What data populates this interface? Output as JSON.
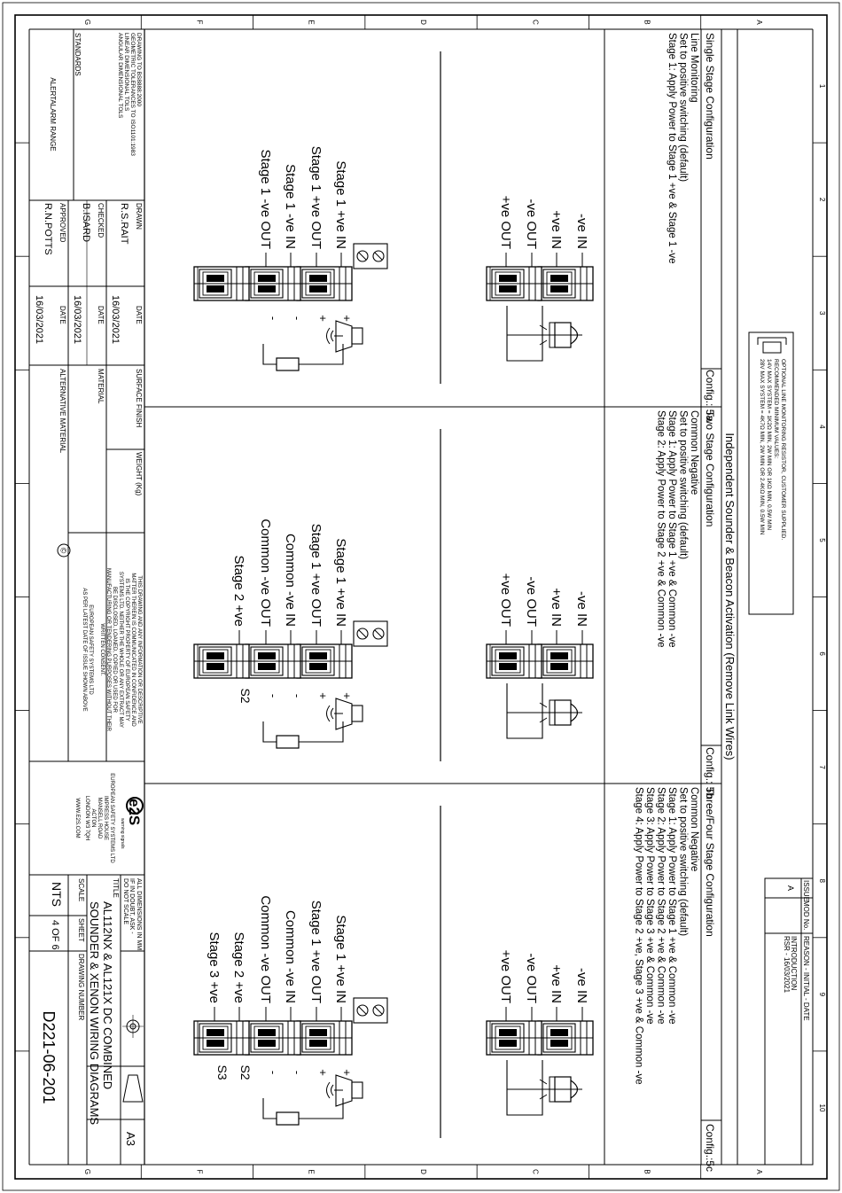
{
  "border": {
    "cols": [
      "1",
      "2",
      "3",
      "4",
      "5",
      "6",
      "7",
      "8",
      "9",
      "10"
    ],
    "rows": [
      "A",
      "B",
      "C",
      "D",
      "E",
      "F",
      "G"
    ]
  },
  "header": {
    "title": "Independent Sounder & Beacon Activation (Remove Link Wires)",
    "resistor_note": [
      "OPTIONAL LINE MONITORING RESISTOR, CUSTOMER SUPPLIED.",
      "RECOMMENDED MINIMUM VALUES:",
      "14V MAX SYSTEM = 1K2Ω MIN, 2W MIN OR 1KΩ MIN, 0.5W MIN",
      "28V MAX SYSTEM = 4K7Ω MIN, 2W MIN OR 2.4KΩ MIN, 0.5W MIN"
    ]
  },
  "revision": {
    "headers": [
      "ISSUE",
      "MOD No.",
      "REASON - INITIAL - DATE"
    ],
    "issue": "A",
    "reason": "INTRODUCTION",
    "initial_date": "RSR - 16/03/2021"
  },
  "configs": [
    {
      "title": "Single Stage Configuration",
      "id": "Config.: 5a",
      "lines": [
        "Line Monitoring",
        "Set to positive switching (default)",
        "Stage 1: Apply Power to Stage 1 +ve & Stage 1 -ve"
      ],
      "input_labels": [
        "-ve IN",
        "+ve IN",
        "-ve OUT",
        "+ve OUT"
      ],
      "output_labels": [
        "Stage 1 +ve IN",
        "Stage 1 +ve OUT",
        "Stage 1 -ve IN",
        "Stage 1 -ve OUT"
      ],
      "polarity": [
        "+",
        "+",
        "-",
        "-"
      ],
      "stage_marks": []
    },
    {
      "title": "Two Stage Configuration",
      "id": "Config.: 5b",
      "lines": [
        "Common Negative",
        "Set to positive switching (default)",
        "Stage 1: Apply Power to Stage 1 +ve &  Common -ve",
        "Stage 2: Apply Power to Stage 2 +ve & Common -ve"
      ],
      "input_labels": [
        "-ve IN",
        "+ve IN",
        "-ve OUT",
        "+ve OUT"
      ],
      "output_labels": [
        "Stage 1 +ve IN",
        "Stage 1 +ve OUT",
        "Common -ve IN",
        "Common -ve OUT",
        "Stage 2 +ve"
      ],
      "polarity": [
        "+",
        "+",
        "-",
        "-"
      ],
      "stage_marks": [
        "S2"
      ]
    },
    {
      "title": "Three/Four Stage Configuration",
      "id": "Config.:5c",
      "lines": [
        "Common Negative",
        "Set to positive switching (default)",
        "Stage 1: Apply Power to Stage 1 +ve & Common -ve",
        "Stage 2: Apply Power to Stage 2 +ve & Common -ve",
        "Stage 3: Apply Power to Stage 3 +ve & Common -ve",
        "Stage 4: Apply Power to Stage 2 +ve, Stage 3 +ve & Common -ve"
      ],
      "input_labels": [
        "-ve IN",
        "+ve IN",
        "-ve OUT",
        "+ve OUT"
      ],
      "output_labels": [
        "Stage 1 +ve IN",
        "Stage 1 +ve OUT",
        "Common -ve IN",
        "Common -ve OUT",
        "Stage 2 +ve",
        "Stage 3 +ve"
      ],
      "polarity": [
        "+",
        "+",
        "-",
        "-"
      ],
      "stage_marks": [
        "S2",
        "S3"
      ]
    }
  ],
  "title_block": {
    "standards_lines": [
      "DRAWING TO BS8888:2000",
      "GEOMETRIC TOLERANCES TO ISO1101:1983",
      "LINEAR DIMENSIONAL TOLS",
      "ANGULAR DIMENSIONAL TOLS"
    ],
    "standards_label": "STANDARDS",
    "range": "ALERTALARM RANGE",
    "drawn_label": "DRAWN",
    "drawn_by": "R.S.RAIT",
    "checked_label": "CHECKED",
    "checked_by": "B.ISARD",
    "approved_label": "APPROVED",
    "approved_by": "R.N.POTTS",
    "date_label": "DATE",
    "date": "16/03/2021",
    "surface_finish": "SURFACE FINISH",
    "weight": "WEIGHT (Kg)",
    "material": "MATERIAL",
    "alt_material": "ALTERNATIVE MATERIAL",
    "copyright_lines": [
      "THIS DRAWING AND ANY INFORMATION OR DESCRIPTIVE",
      "MATTER THEREIN IS COMMUNICATED IN CONFIDENCE AND",
      "IS THE COPYRIGHT PROPERTY OF EUROPEAN SAFETY",
      "SYSTEMS LTD. NEITHER THE WHOLE OR ANY EXTRACT MAY",
      "BE DISCLOSED, LOANED, COPIED OR USED FOR",
      "MANUFACTURING OR TENDERING PURPOSES WITHOUT THEIR",
      "WRITTEN CONSENT.",
      "EUROPEAN SAFETY SYSTEMS LTD",
      "AS PER LATEST DATE OF ISSUE SHOWN ABOVE"
    ],
    "copyright_symbol": "©",
    "logo": "e2S",
    "logo_tag": "warning signals",
    "company_lines": [
      "EUROPEAN SAFETY SYSTEMS LTD",
      "IMPRESS HOUSE",
      "MANSELL ROAD",
      "ACTON",
      "LONDON W3 7QH",
      "WWW.E2S.COM"
    ],
    "dims_lines": [
      "ALL DIMENSIONS IN MM",
      "IF IN DOUBT, ASK -",
      "DO NOT SCALE"
    ],
    "title_label": "TITLE",
    "title_1": "AL112NX & AL121X DC COMBINED",
    "title_2": "SOUNDER & XENON WIRING DIAGRAMS",
    "size": "A3",
    "scale_label": "SCALE",
    "scale": "NTS",
    "sheet_label": "SHEET",
    "sheet": "4 OF 6",
    "dwg_label": "DRAWING NUMBER",
    "dwg_no": "D221-06-201"
  }
}
